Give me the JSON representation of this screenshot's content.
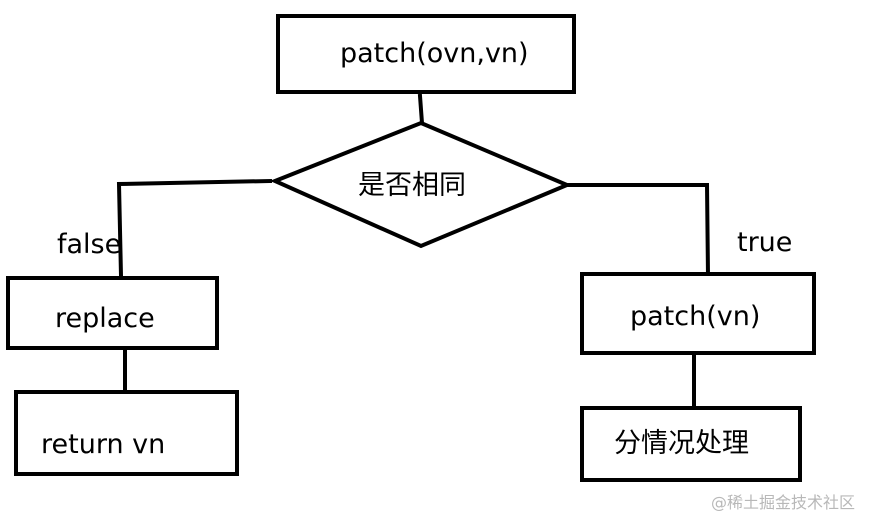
{
  "colors": {
    "stroke": "#000000",
    "background": "#ffffff",
    "watermark": "#b8b8b8"
  },
  "nodes": {
    "start": "patch(ovn,vn)",
    "decision": "是否相同",
    "replace": "replace",
    "return": "return vn",
    "patch_vn": "patch(vn)",
    "handle": "分情况处理"
  },
  "edges": {
    "false_label": "false",
    "true_label": "true"
  },
  "watermark": "@稀土掘金技术社区"
}
